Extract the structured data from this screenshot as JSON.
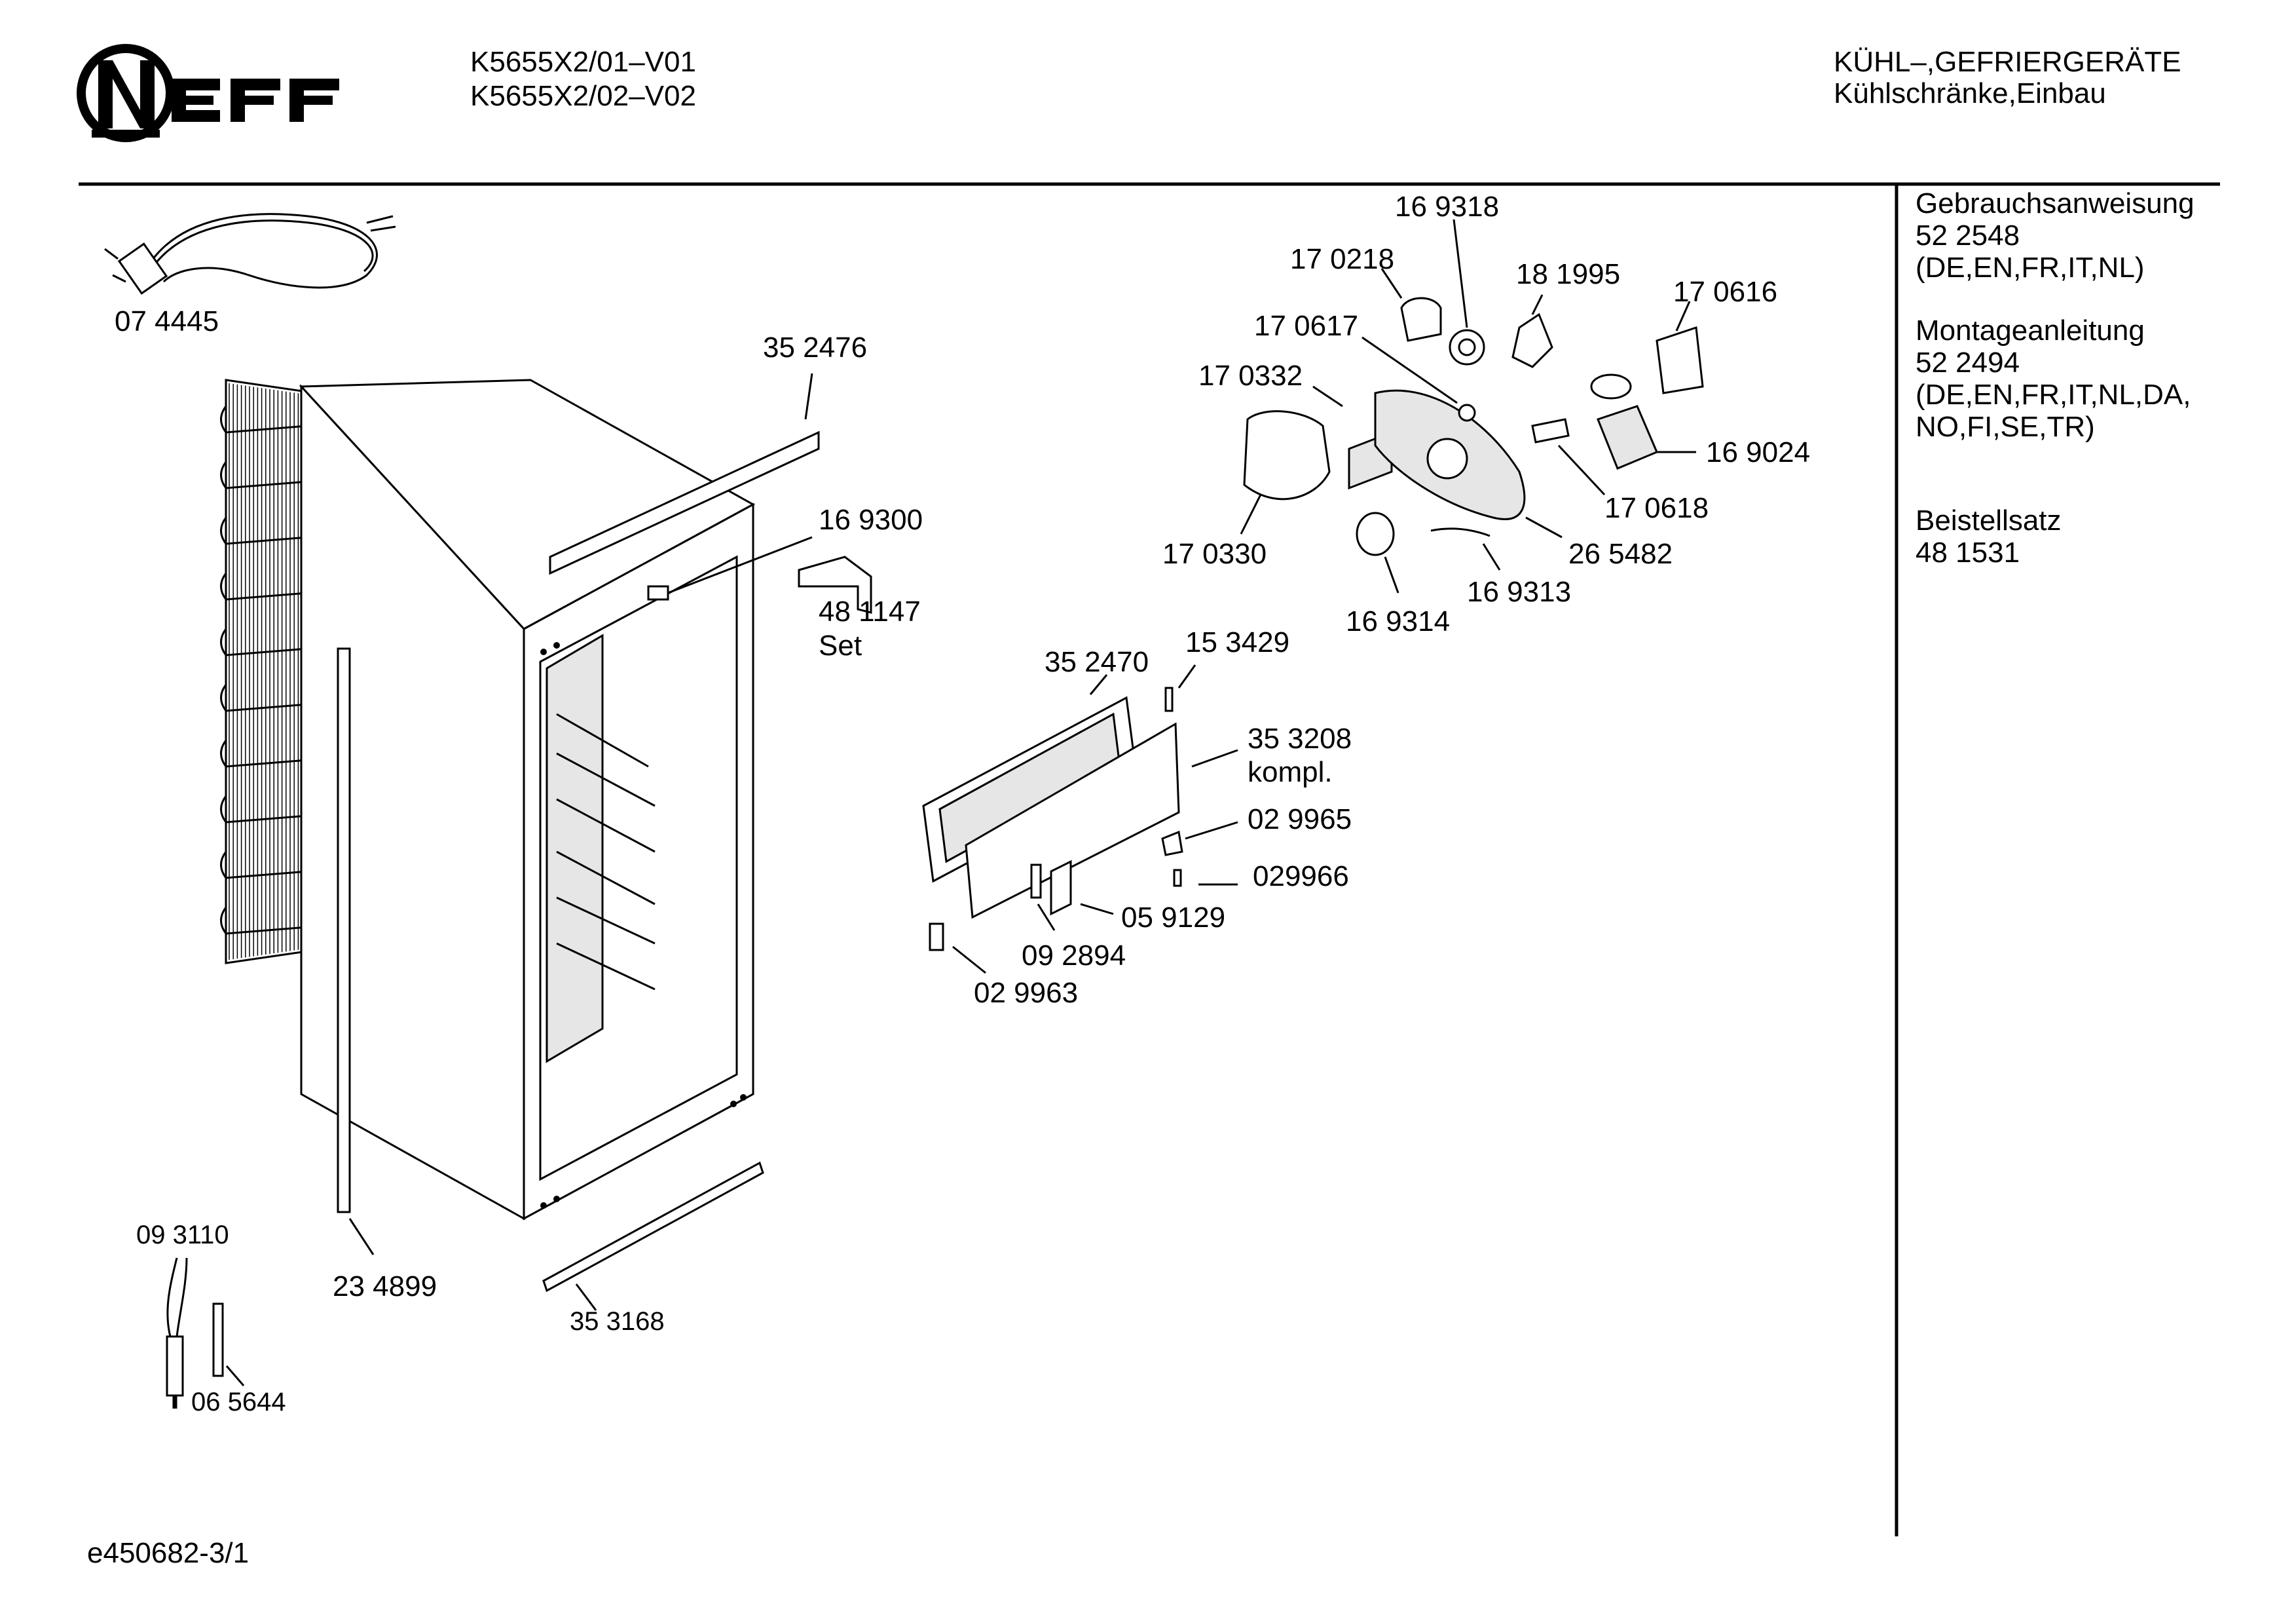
{
  "brand": "NEFF",
  "header": {
    "model_1": "K5655X2/01–V01",
    "model_2": "K5655X2/02–V02",
    "category_1": "KÜHL–,GEFRIERGERÄTE",
    "category_2": "Kühlschränke,Einbau"
  },
  "sidebar": {
    "manual_title": "Gebrauchsanweisung",
    "manual_number": "52 2548",
    "manual_langs": "(DE,EN,FR,IT,NL)",
    "mounting_title": "Montageanleitung",
    "mounting_number": "52 2494",
    "mounting_langs_1": "(DE,EN,FR,IT,NL,DA,",
    "mounting_langs_2": "NO,FI,SE,TR)",
    "kit_title": "Beistellsatz",
    "kit_number": "48 1531"
  },
  "parts": {
    "cord": "07 4445",
    "top_rail": "35 2476",
    "sensor": "16 9300",
    "bracket": "48 1147",
    "bracket_note": "Set",
    "side_strip": "23 4899",
    "bottom_strip": "35 3168",
    "fuse_wire": "09 3110",
    "pin": "06 5644",
    "cap": "16 9318",
    "lamp": "17 0218",
    "lamp_holder": "18 1995",
    "switch_plate": "17 0616",
    "knob_small": "17 0617",
    "cover_plate": "17 0332",
    "thermostat": "16 9024",
    "cable": "17 0618",
    "housing": "26 5482",
    "lamp_cover": "17 0330",
    "light_strip": "16 9313",
    "knob": "16 9314",
    "door_seal": "35 2470",
    "screw": "15 3429",
    "door": "35 3208",
    "door_note": "kompl.",
    "hinge_part": "02 9965",
    "hinge_screw": "029966",
    "handle": "05 9129",
    "hinge": "09 2894",
    "hinge_cap": "02 9963"
  },
  "footer": {
    "doc_id": "e450682-3/1"
  }
}
